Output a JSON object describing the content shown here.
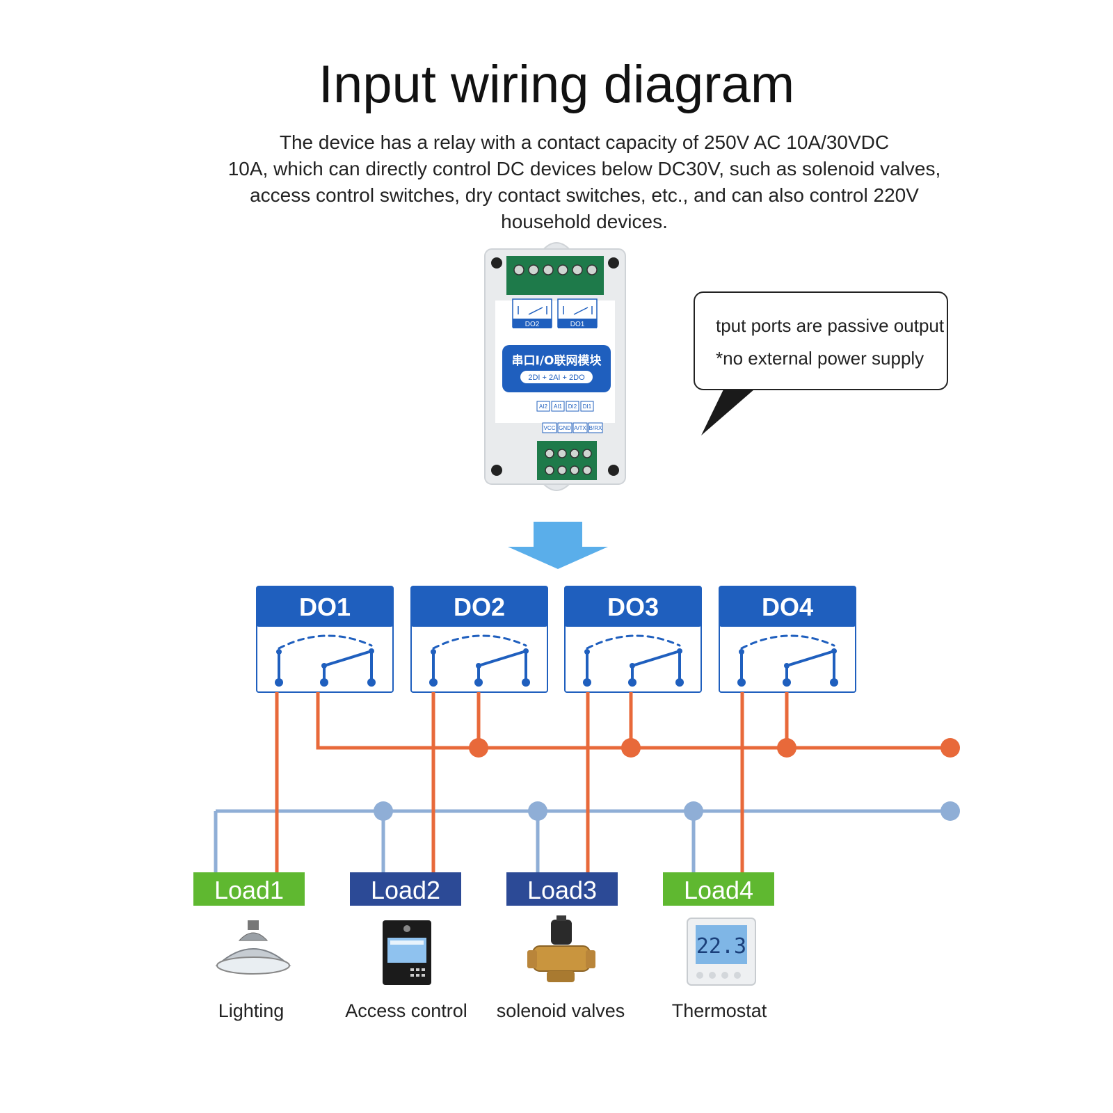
{
  "title": "Input wiring diagram",
  "description": [
    "The device has a relay with a contact capacity of 250V AC 10A/30VDC",
    "10A, which can directly control DC devices below DC30V, such as solenoid valves,",
    "access control switches, dry contact switches, etc., and can also control 220V",
    "household devices."
  ],
  "device": {
    "chinese_label": "串口I/O联网模块",
    "spec": "2DI + 2AI + 2DO",
    "relay_labels": [
      "DO2",
      "DO1"
    ],
    "port_labels_top": [
      "AI2",
      "AI1",
      "DI2",
      "DI1"
    ],
    "port_labels_bottom": [
      "VCC",
      "GND",
      "A/TX",
      "B/RX"
    ]
  },
  "callout": {
    "line1": "tput ports are passive output",
    "line2": "*no external power supply"
  },
  "relays": [
    "DO1",
    "DO2",
    "DO3",
    "DO4"
  ],
  "loads": [
    {
      "label": "Load1",
      "caption": "Lighting",
      "color": "#5fb830",
      "icon": "lamp-icon"
    },
    {
      "label": "Load2",
      "caption": "Access control",
      "color": "#2c4a96",
      "icon": "access-control-panel-icon"
    },
    {
      "label": "Load3",
      "caption": "solenoid valves",
      "color": "#2c4a96",
      "icon": "solenoid-valve-icon"
    },
    {
      "label": "Load4",
      "caption": "Thermostat",
      "color": "#5fb830",
      "icon": "thermostat-icon"
    }
  ],
  "thermostat_reading": "22.3",
  "colors": {
    "relay_header": "#1f5fbe",
    "relay_symbol": "#1f5fbe",
    "live_wire": "#e8693a",
    "neutral_wire": "#8faed6",
    "arrow": "#5aaeea"
  }
}
